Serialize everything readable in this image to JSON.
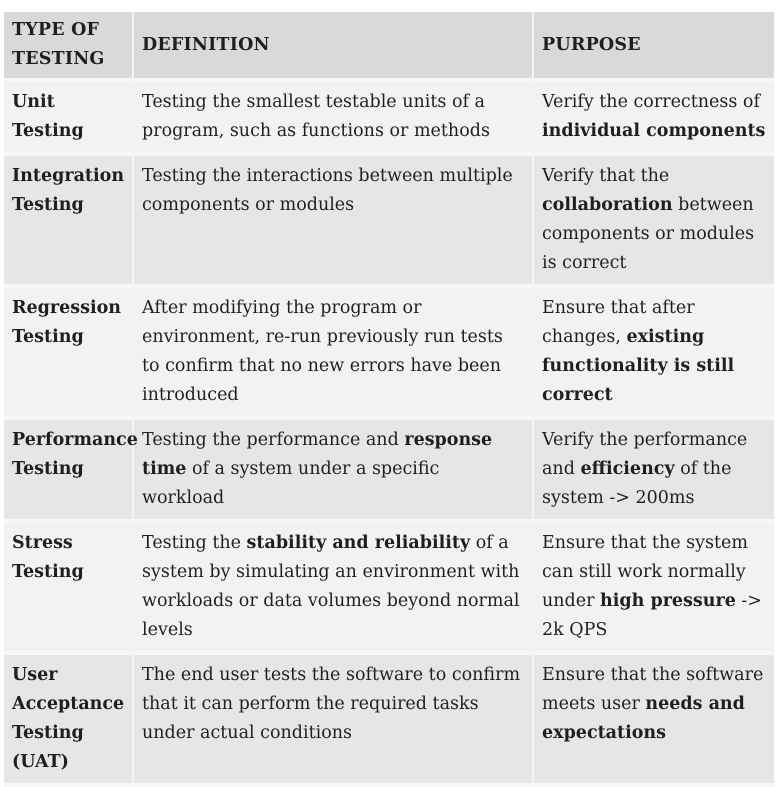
{
  "headers": {
    "type": "TYPE OF TESTING",
    "definition": "DEFINITION",
    "purpose": "PURPOSE"
  },
  "rows": [
    {
      "type": "Unit Testing",
      "definition": [
        {
          "t": "Testing the smallest testable units of a program, such as functions or methods"
        }
      ],
      "purpose": [
        {
          "t": "Verify the correctness of "
        },
        {
          "t": "individual components",
          "b": true
        }
      ]
    },
    {
      "type": "Integration Testing",
      "definition": [
        {
          "t": "Testing the interactions between multiple components or modules"
        }
      ],
      "purpose": [
        {
          "t": "Verify that the "
        },
        {
          "t": "collaboration",
          "b": true
        },
        {
          "t": " between components or modules is correct"
        }
      ]
    },
    {
      "type": "Regression Testing",
      "definition": [
        {
          "t": "After modifying the program or environment, re-run previously run tests to confirm that no new errors have been introduced"
        }
      ],
      "purpose": [
        {
          "t": "Ensure that after changes, "
        },
        {
          "t": "existing functionality is still correct",
          "b": true
        }
      ]
    },
    {
      "type": "Performance Testing",
      "definition": [
        {
          "t": "Testing the performance and "
        },
        {
          "t": "response time",
          "b": true
        },
        {
          "t": " of a system under a specific workload"
        }
      ],
      "purpose": [
        {
          "t": "Verify the performance and "
        },
        {
          "t": "efficiency",
          "b": true
        },
        {
          "t": " of the system -> 200ms"
        }
      ]
    },
    {
      "type": "Stress Testing",
      "definition": [
        {
          "t": "Testing the "
        },
        {
          "t": "stability and reliability",
          "b": true
        },
        {
          "t": " of a system by simulating an environment with workloads or data volumes beyond normal levels"
        }
      ],
      "purpose": [
        {
          "t": "Ensure that the system can still work normally under "
        },
        {
          "t": "high pressure",
          "b": true
        },
        {
          "t": " -> 2k QPS"
        }
      ]
    },
    {
      "type": "User Acceptance Testing (UAT)",
      "definition": [
        {
          "t": "The end user tests the software to confirm that it can perform the required tasks under actual conditions"
        }
      ],
      "purpose": [
        {
          "t": "Ensure that the software meets user "
        },
        {
          "t": "needs and expectations",
          "b": true
        }
      ]
    }
  ]
}
